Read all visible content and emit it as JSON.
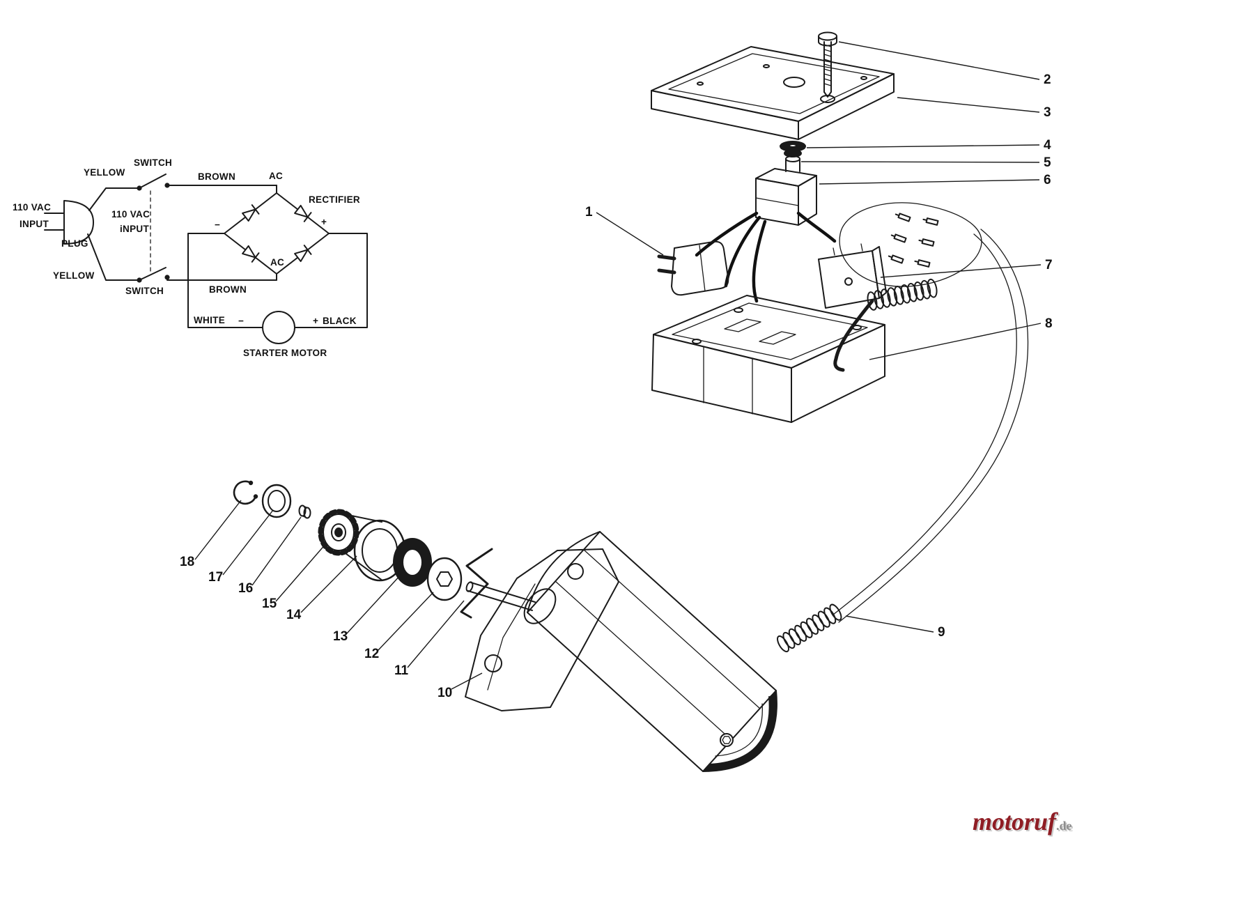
{
  "schematic": {
    "input_voltage_line1": "110 VAC",
    "input_voltage_line2": "INPUT",
    "plug": "PLUG",
    "yellow_top": "YELLOW",
    "switch_top": "SWITCH",
    "brown_top": "BROWN",
    "ac_top": "AC",
    "rectifier": "RECTIFIER",
    "center_voltage_line1": "110 VAC",
    "center_voltage_line2": "iNPUT",
    "yellow_bottom": "YELLOW",
    "switch_bottom": "SWITCH",
    "brown_bottom": "BROWN",
    "ac_bottom": "AC",
    "minus": "−",
    "plus": "+",
    "white": "WHITE",
    "motor_minus": "−",
    "motor_plus": "+",
    "black": "BLACK",
    "starter_motor": "STARTER MOTOR"
  },
  "callouts": {
    "c1": "1",
    "c2": "2",
    "c3": "3",
    "c4": "4",
    "c5": "5",
    "c6": "6",
    "c7": "7",
    "c8": "8",
    "c9": "9",
    "c10": "10",
    "c11": "11",
    "c12": "12",
    "c13": "13",
    "c14": "14",
    "c15": "15",
    "c16": "16",
    "c17": "17",
    "c18": "18"
  },
  "watermark": {
    "brand": "motoruf",
    "suffix": ".de",
    "brand_color": "#8f1d24",
    "suffix_color": "#8d8d8d"
  },
  "colors": {
    "line": "#1a1a1a",
    "background": "#ffffff"
  }
}
